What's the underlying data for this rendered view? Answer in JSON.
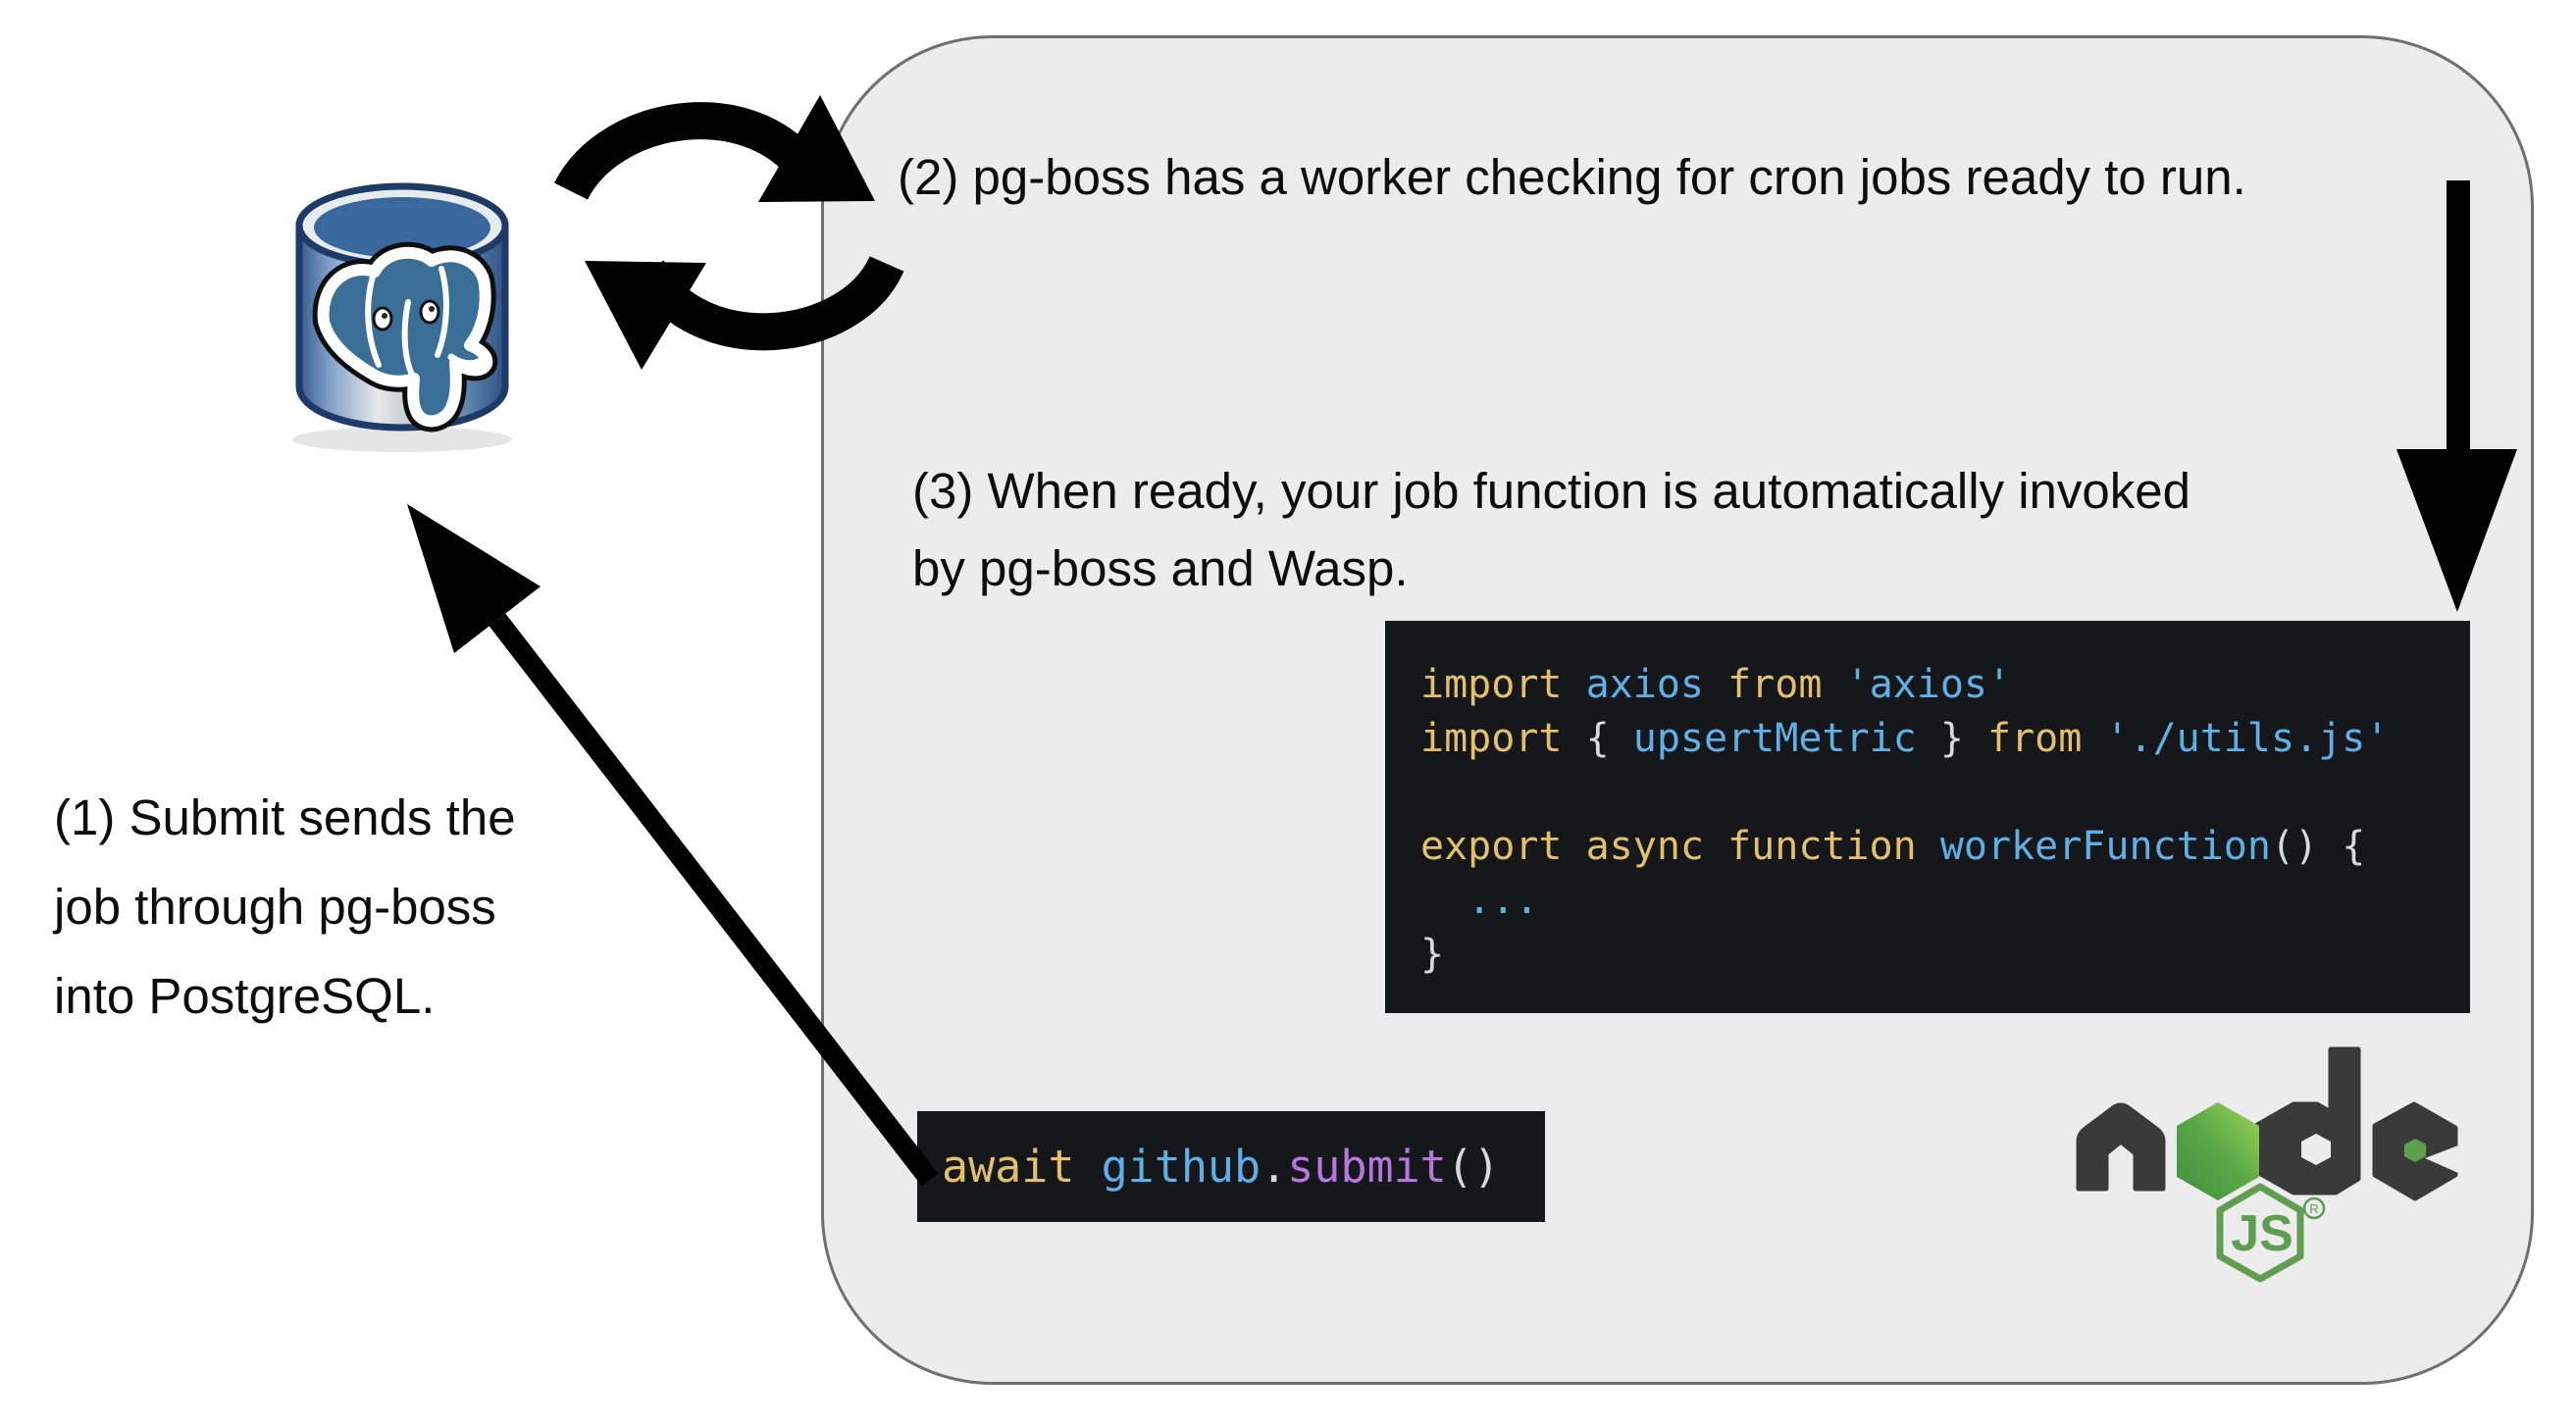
{
  "colors": {
    "page_bg": "#ffffff",
    "panel_bg": "#ececec",
    "panel_border": "#6f6f6f",
    "arrow_black": "#000000",
    "code_bg": "#15171b",
    "text": "#0d0d0d",
    "postgres_blue": "#3a6b97",
    "postgres_navy": "#1d3b66",
    "node_green": "#5f9e50",
    "node_dark": "#3a3a3a"
  },
  "annotations": {
    "step1": {
      "lines": [
        "(1) Submit sends the",
        "job through pg-boss",
        "into PostgreSQL."
      ]
    },
    "step2": {
      "text": "(2) pg-boss has a worker checking for cron jobs ready to run."
    },
    "step3": {
      "lines": [
        "(3) When ready, your job function is automatically invoked",
        "by pg-boss and Wasp."
      ]
    }
  },
  "code": {
    "token_colors": {
      "kw": "#e2c06c",
      "ident": "#5fb0e6",
      "str": "#5fb0e6",
      "pun": "#d8dadc",
      "method": "#b678dd"
    },
    "worker_block": {
      "lines": [
        [
          {
            "t": "import ",
            "c": "kw"
          },
          {
            "t": "axios",
            "c": "ident"
          },
          {
            "t": " from ",
            "c": "kw"
          },
          {
            "t": "'axios'",
            "c": "str"
          }
        ],
        [
          {
            "t": "import ",
            "c": "kw"
          },
          {
            "t": "{ ",
            "c": "pun"
          },
          {
            "t": "upsertMetric",
            "c": "ident"
          },
          {
            "t": " }",
            "c": "pun"
          },
          {
            "t": " from ",
            "c": "kw"
          },
          {
            "t": "'./utils.js'",
            "c": "str"
          }
        ],
        [],
        [
          {
            "t": "export async function ",
            "c": "kw"
          },
          {
            "t": "workerFunction",
            "c": "ident"
          },
          {
            "t": "() {",
            "c": "pun"
          }
        ],
        [
          {
            "t": "  ",
            "c": "pun"
          },
          {
            "t": "...",
            "c": "ident"
          }
        ],
        [
          {
            "t": "}",
            "c": "pun"
          }
        ]
      ]
    },
    "submit_block": {
      "tokens": [
        {
          "t": "await",
          "c": "kw"
        },
        {
          "t": " ",
          "c": "pun"
        },
        {
          "t": "github",
          "c": "ident"
        },
        {
          "t": ".",
          "c": "pun"
        },
        {
          "t": "submit",
          "c": "method"
        },
        {
          "t": "()",
          "c": "pun"
        }
      ]
    }
  },
  "icons": {
    "postgresql": "postgresql-database-icon",
    "cycle": "sync-cycle-icon",
    "down_arrow": "down-arrow",
    "diagonal_arrow": "up-left-arrow",
    "nodejs": "nodejs-logo"
  },
  "nodejs": {
    "wordmark": "node",
    "badge_text": "JS",
    "registered_mark": "®"
  }
}
